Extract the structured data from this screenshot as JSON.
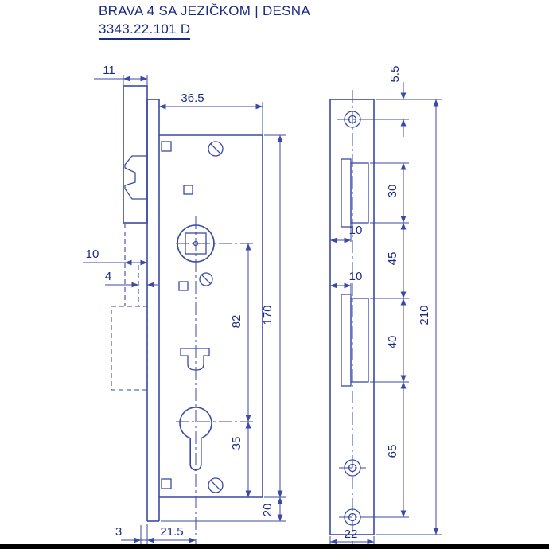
{
  "header": {
    "title": "BRAVA 4 SA JEZIČKOM | DESNA",
    "part_number": "3343.22.101 D"
  },
  "colors": {
    "line": "#3b4aa4",
    "text": "#1c2b82",
    "background": "#ffffff",
    "bottom_bar": "#000000"
  },
  "lock_body_view": {
    "dims": {
      "latch_protrusion": "11",
      "case_depth": "36.5",
      "slot_width": "10",
      "slot_offset": "4",
      "follower_to_cylinder": "82",
      "case_height": "170",
      "cylinder_to_case_bottom": "35",
      "faceplate_overhang": "20",
      "front_offset": "3",
      "backset": "21.5"
    }
  },
  "strike_plate_view": {
    "dims": {
      "top_to_screw": "5.5",
      "latch_cutout_height": "30",
      "lip_width_upper": "10",
      "cutout_gap": "45",
      "lip_width_lower": "10",
      "bolt_cutout_height": "40",
      "plate_height": "210",
      "cutout_to_screw": "65",
      "plate_width": "22"
    }
  }
}
